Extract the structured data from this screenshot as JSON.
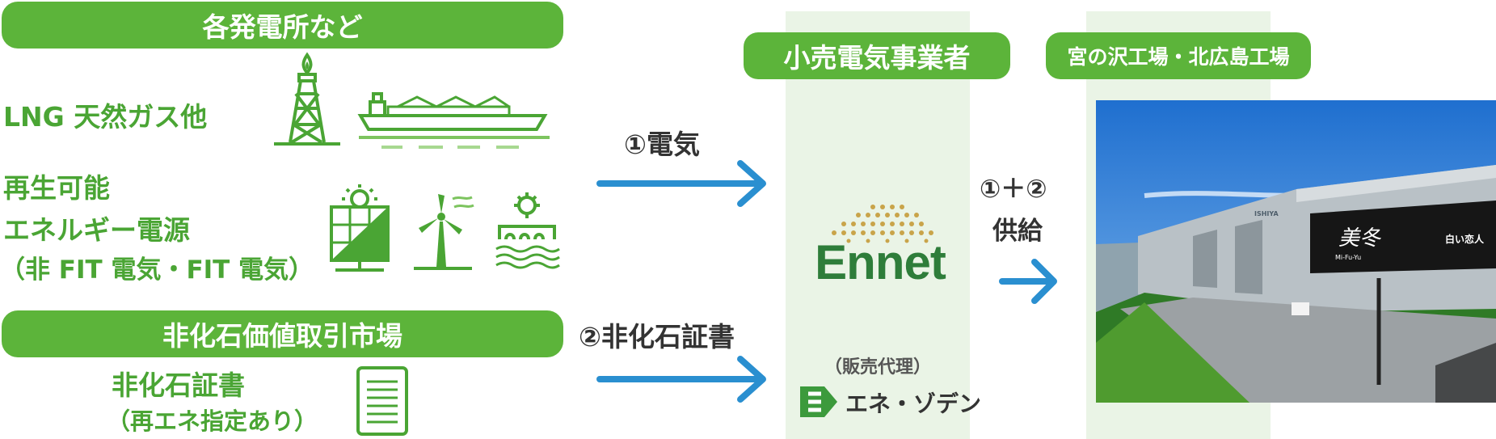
{
  "sources": {
    "header": "各発電所など",
    "lng_label": "LNG 天然ガス他",
    "renewable_line1": "再生可能",
    "renewable_line2": "エネルギー電源",
    "renewable_line3": "（非 FIT 電気・FIT 電気）"
  },
  "market": {
    "header": "非化石価値取引市場",
    "cert_line1": "非化石証書",
    "cert_line2": "（再エネ指定あり）"
  },
  "flows": {
    "electricity": "①電気",
    "certificate": "②非化石証書",
    "supply_line1": "①＋②",
    "supply_line2": "供給"
  },
  "retailer": {
    "header": "小売電気事業者",
    "company": "Ennet",
    "agent_label": "（販売代理）",
    "agent_name": "エネ・ゾデン"
  },
  "factory": {
    "header": "宮の沢工場・北広島工場",
    "sign_brand": "白い恋人",
    "sign_script": "美冬",
    "sign_sub": "Mi-Fu-Yu",
    "wall_text": "ISHIYA"
  },
  "colors": {
    "green": "#5cb43a",
    "arrow_blue": "#2a8fd0",
    "ennet_green": "#2e7d3a",
    "ennet_gold": "#c9a44a"
  }
}
